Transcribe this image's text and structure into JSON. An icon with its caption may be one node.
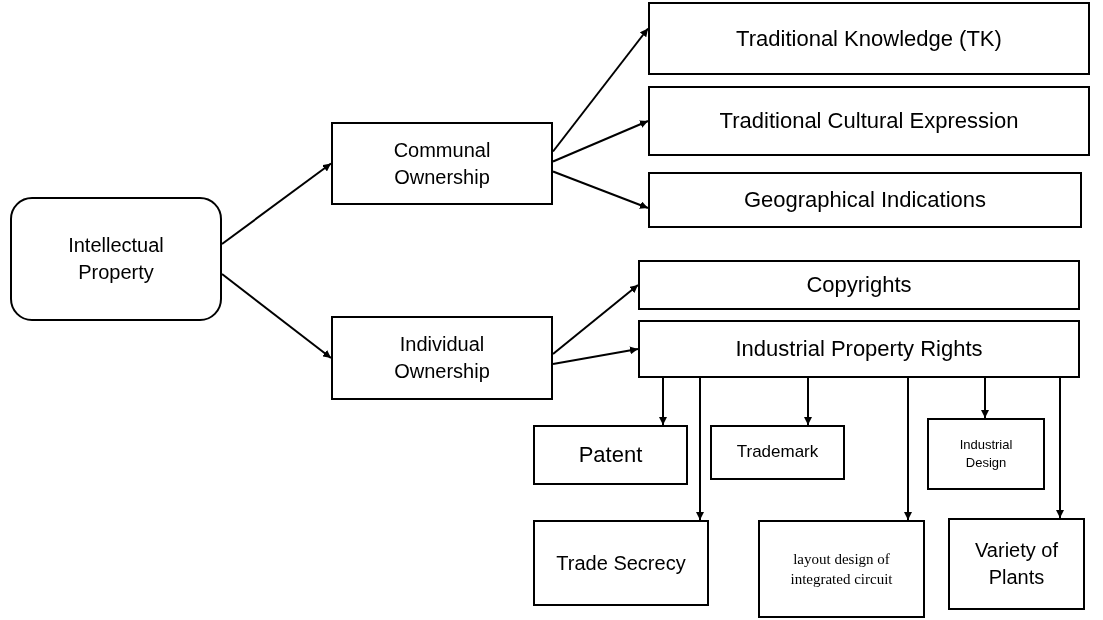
{
  "diagram": {
    "nodes": [
      {
        "text": [
          "Intellectual Property"
        ]
      },
      {
        "text": [
          "Communal Ownership"
        ]
      },
      {
        "text": [
          "Individual Ownership"
        ]
      },
      {
        "text": [
          "Traditional Knowledge (TK)"
        ]
      },
      {
        "text": [
          "Traditional Cultural Expression"
        ]
      },
      {
        "text": [
          "Geographical Indications"
        ]
      },
      {
        "text": [
          "Copyrights"
        ]
      },
      {
        "text": [
          "Industrial Property Rights"
        ]
      },
      {
        "text": [
          "Patent"
        ]
      },
      {
        "text": [
          "Trademark"
        ]
      },
      {
        "text": [
          "Industrial Design"
        ]
      },
      {
        "text": [
          "Trade Secrecy"
        ]
      },
      {
        "text": [
          "layout design of integrated circuit"
        ]
      },
      {
        "text": [
          "Variety of Plants"
        ]
      }
    ],
    "edges": [
      {
        "from": 0,
        "to": 1,
        "arrow": "to"
      },
      {
        "from": 0,
        "to": 2,
        "arrow": "to"
      },
      {
        "from": 1,
        "to": 3,
        "arrow": "to"
      },
      {
        "from": 1,
        "to": 4,
        "arrow": "to"
      },
      {
        "from": 1,
        "to": 5,
        "arrow": "to"
      },
      {
        "from": 2,
        "to": 6,
        "arrow": "to"
      },
      {
        "from": 2,
        "to": 7,
        "arrow": "to"
      },
      {
        "from": 7,
        "to": 8,
        "arrow": "to"
      },
      {
        "from": 7,
        "to": 11,
        "arrow": "to"
      },
      {
        "from": 7,
        "to": 9,
        "arrow": "to"
      },
      {
        "from": 7,
        "to": 12,
        "arrow": "to"
      },
      {
        "from": 7,
        "to": 10,
        "arrow": "to"
      },
      {
        "from": 7,
        "to": 13,
        "arrow": "to"
      }
    ]
  }
}
